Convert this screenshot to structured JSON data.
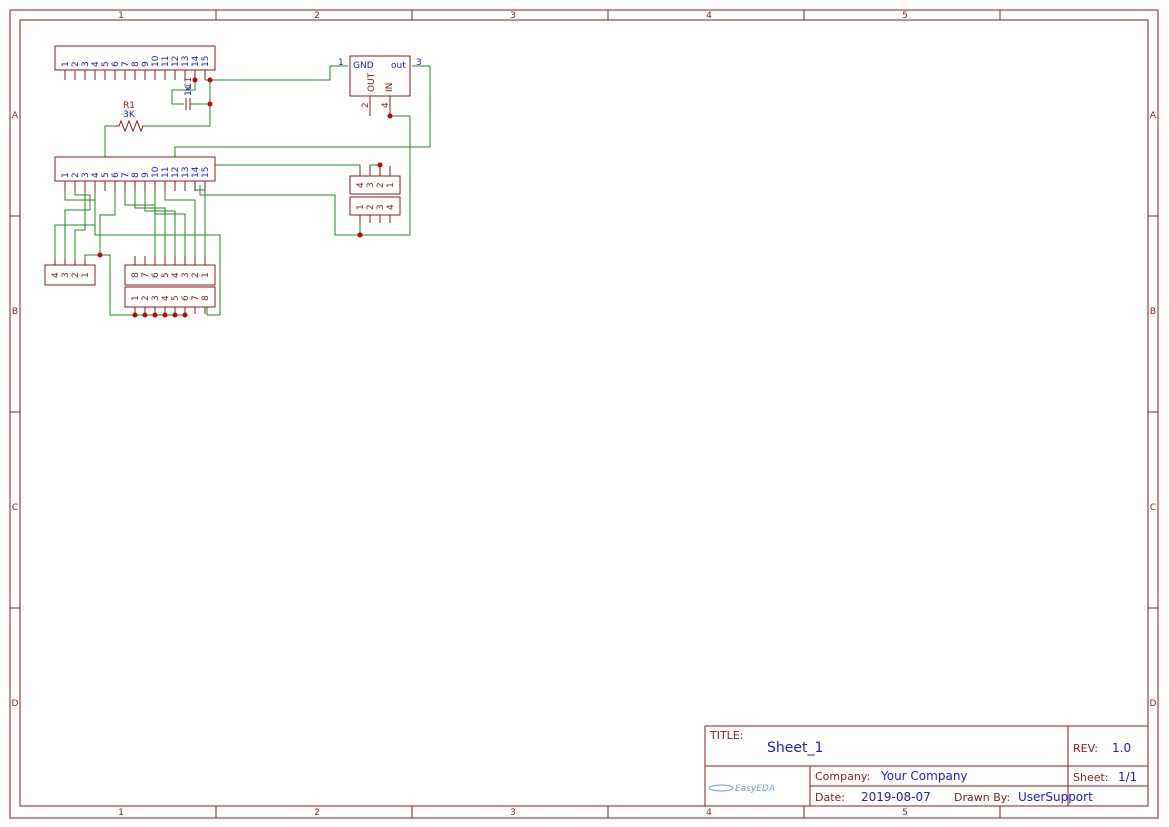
{
  "frame": {
    "columns": [
      "1",
      "2",
      "3",
      "4",
      "5"
    ],
    "rows": [
      "A",
      "B",
      "C",
      "D"
    ]
  },
  "components": {
    "header_top": {
      "pins": [
        "1",
        "2",
        "3",
        "4",
        "5",
        "6",
        "7",
        "8",
        "9",
        "10",
        "11",
        "12",
        "13",
        "14",
        "15"
      ]
    },
    "header_mid": {
      "pins": [
        "1",
        "2",
        "3",
        "4",
        "5",
        "6",
        "7",
        "8",
        "9",
        "10",
        "11",
        "12",
        "13",
        "14",
        "15"
      ]
    },
    "capacitor": {
      "designator": "C1",
      "value": "1u"
    },
    "resistor": {
      "designator": "R1",
      "value": "3K"
    },
    "regulator": {
      "gnd": "GND",
      "out": "out",
      "out_pin": "OUT",
      "in_pin": "IN",
      "pin1": "1",
      "pin2": "2",
      "pin3": "3",
      "pin4": "4"
    },
    "conn4_top": {
      "pins": [
        "4",
        "3",
        "2",
        "1"
      ]
    },
    "conn4_bottom": {
      "pins": [
        "1",
        "2",
        "3",
        "4"
      ]
    },
    "conn4_left": {
      "pins": [
        "4",
        "3",
        "2",
        "1"
      ]
    },
    "conn8_top": {
      "pins": [
        "8",
        "7",
        "6",
        "5",
        "4",
        "3",
        "2",
        "1"
      ]
    },
    "conn8_bottom": {
      "pins": [
        "1",
        "2",
        "3",
        "4",
        "5",
        "6",
        "7",
        "8"
      ]
    }
  },
  "title_block": {
    "title_label": "TITLE:",
    "title": "Sheet_1",
    "rev_label": "REV:",
    "rev": "1.0",
    "company_label": "Company:",
    "company": "Your Company",
    "sheet_label": "Sheet:",
    "sheet": "1/1",
    "date_label": "Date:",
    "date": "2019-08-07",
    "drawn_label": "Drawn By:",
    "drawn_by": "UserSupport",
    "logo": "EasyEDA"
  }
}
